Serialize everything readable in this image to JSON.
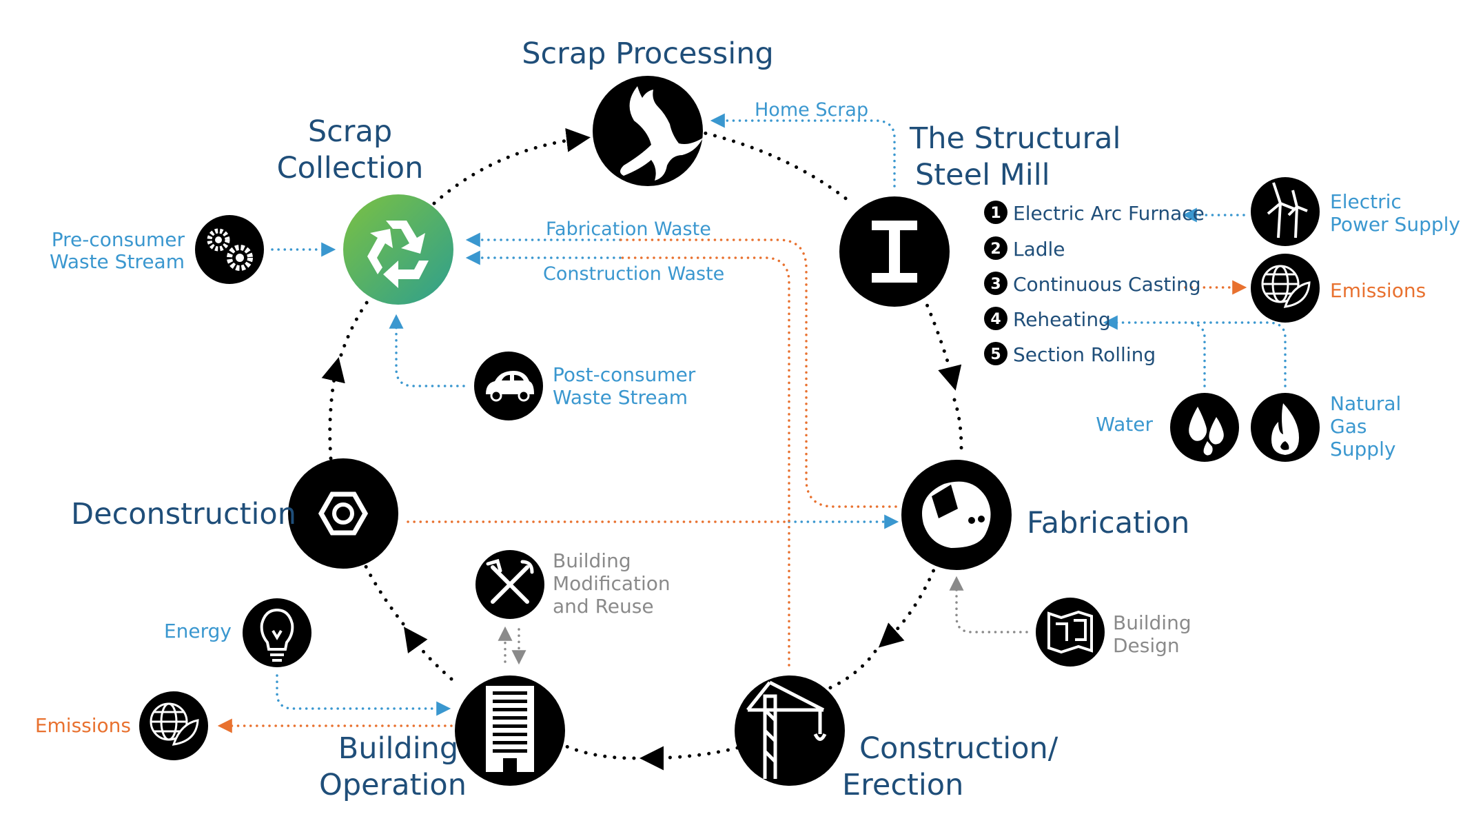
{
  "colors": {
    "title": "#1f4e79",
    "blue": "#3a97cf",
    "orange": "#e8712f",
    "gray": "#8a8a8a",
    "black": "#000000",
    "recycle_gradient_start": "#7cc142",
    "recycle_gradient_end": "#2e9f8e"
  },
  "stages": {
    "scrap_processing": {
      "label": "Scrap Processing",
      "icon": "scrap-grapple-icon"
    },
    "steel_mill": {
      "label_line1": "The Structural",
      "label_line2": "Steel Mill",
      "icon": "i-beam-icon"
    },
    "fabrication": {
      "label": "Fabrication",
      "icon": "welding-mask-icon"
    },
    "construction": {
      "label_line1": "Construction/",
      "label_line2": "Erection",
      "icon": "crane-icon"
    },
    "building_operation": {
      "label_line1": "Building",
      "label_line2": "Operation",
      "icon": "building-icon"
    },
    "deconstruction": {
      "label": "Deconstruction",
      "icon": "hex-nut-icon"
    },
    "scrap_collection": {
      "label_line1": "Scrap",
      "label_line2": "Collection",
      "icon": "recycle-icon"
    }
  },
  "mill_steps": [
    {
      "num": "1",
      "label": "Electric Arc Furnace"
    },
    {
      "num": "2",
      "label": "Ladle"
    },
    {
      "num": "3",
      "label": "Continuous Casting"
    },
    {
      "num": "4",
      "label": "Reheating"
    },
    {
      "num": "5",
      "label": "Section Rolling"
    }
  ],
  "inputs": {
    "electric_power": {
      "line1": "Electric",
      "line2": "Power Supply",
      "icon": "wind-turbine-icon"
    },
    "emissions_mill": {
      "label": "Emissions",
      "icon": "globe-leaf-icon"
    },
    "water": {
      "label": "Water",
      "icon": "water-drops-icon"
    },
    "natural_gas": {
      "line1": "Natural",
      "line2": "Gas",
      "line3": "Supply",
      "icon": "flame-icon"
    },
    "pre_consumer": {
      "line1": "Pre-consumer",
      "line2": "Waste Stream",
      "icon": "gears-icon"
    },
    "post_consumer": {
      "line1": "Post-consumer",
      "line2": "Waste Stream",
      "icon": "car-icon"
    },
    "building_mod": {
      "line1": "Building",
      "line2": "Modification",
      "line3": "and Reuse",
      "icon": "tools-icon"
    },
    "building_design": {
      "line1": "Building",
      "line2": "Design",
      "icon": "blueprint-icon"
    },
    "energy": {
      "label": "Energy",
      "icon": "light-bulb-icon"
    },
    "emissions_building": {
      "label": "Emissions",
      "icon": "globe-leaf-icon"
    }
  },
  "flows": {
    "home_scrap": "Home Scrap",
    "fabrication_waste": "Fabrication Waste",
    "construction_waste": "Construction Waste"
  }
}
